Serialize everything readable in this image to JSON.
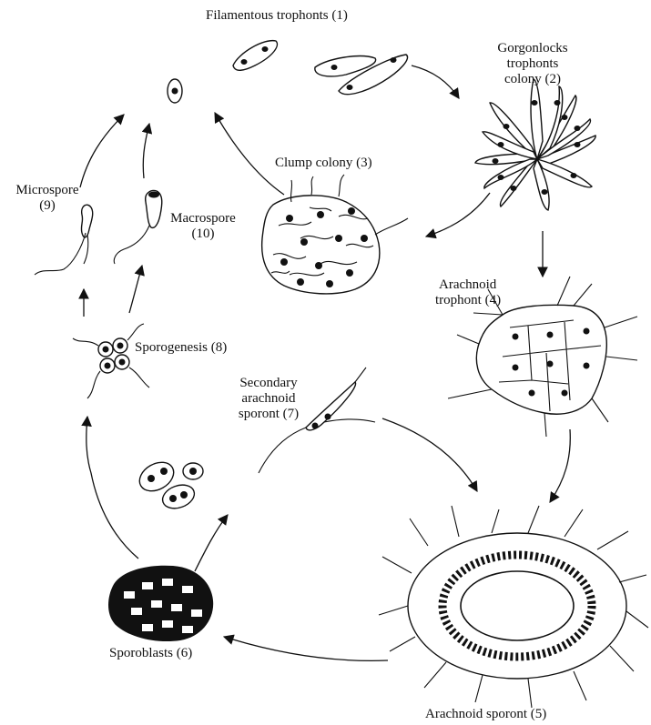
{
  "labels": {
    "filamentous": "Filamentous trophonts (1)",
    "gorgonlocks_l1": "Gorgonlocks",
    "gorgonlocks_l2": "trophonts",
    "gorgonlocks_l3": "colony (2)",
    "clump": "Clump colony (3)",
    "arachnoid_trophont_l1": "Arachnoid",
    "arachnoid_trophont_l2": "trophont (4)",
    "arachnoid_sporont": "Arachnoid sporont (5)",
    "sporoblasts": "Sporoblasts (6)",
    "secondary_l1": "Secondary",
    "secondary_l2": "arachnoid",
    "secondary_l3": "sporont (7)",
    "sporogenesis": "Sporogenesis (8)",
    "microspore_l1": "Microspore",
    "microspore_l2": "(9)",
    "macrospore_l1": "Macrospore",
    "macrospore_l2": "(10)"
  },
  "colors": {
    "ink": "#111111",
    "background": "#ffffff"
  }
}
